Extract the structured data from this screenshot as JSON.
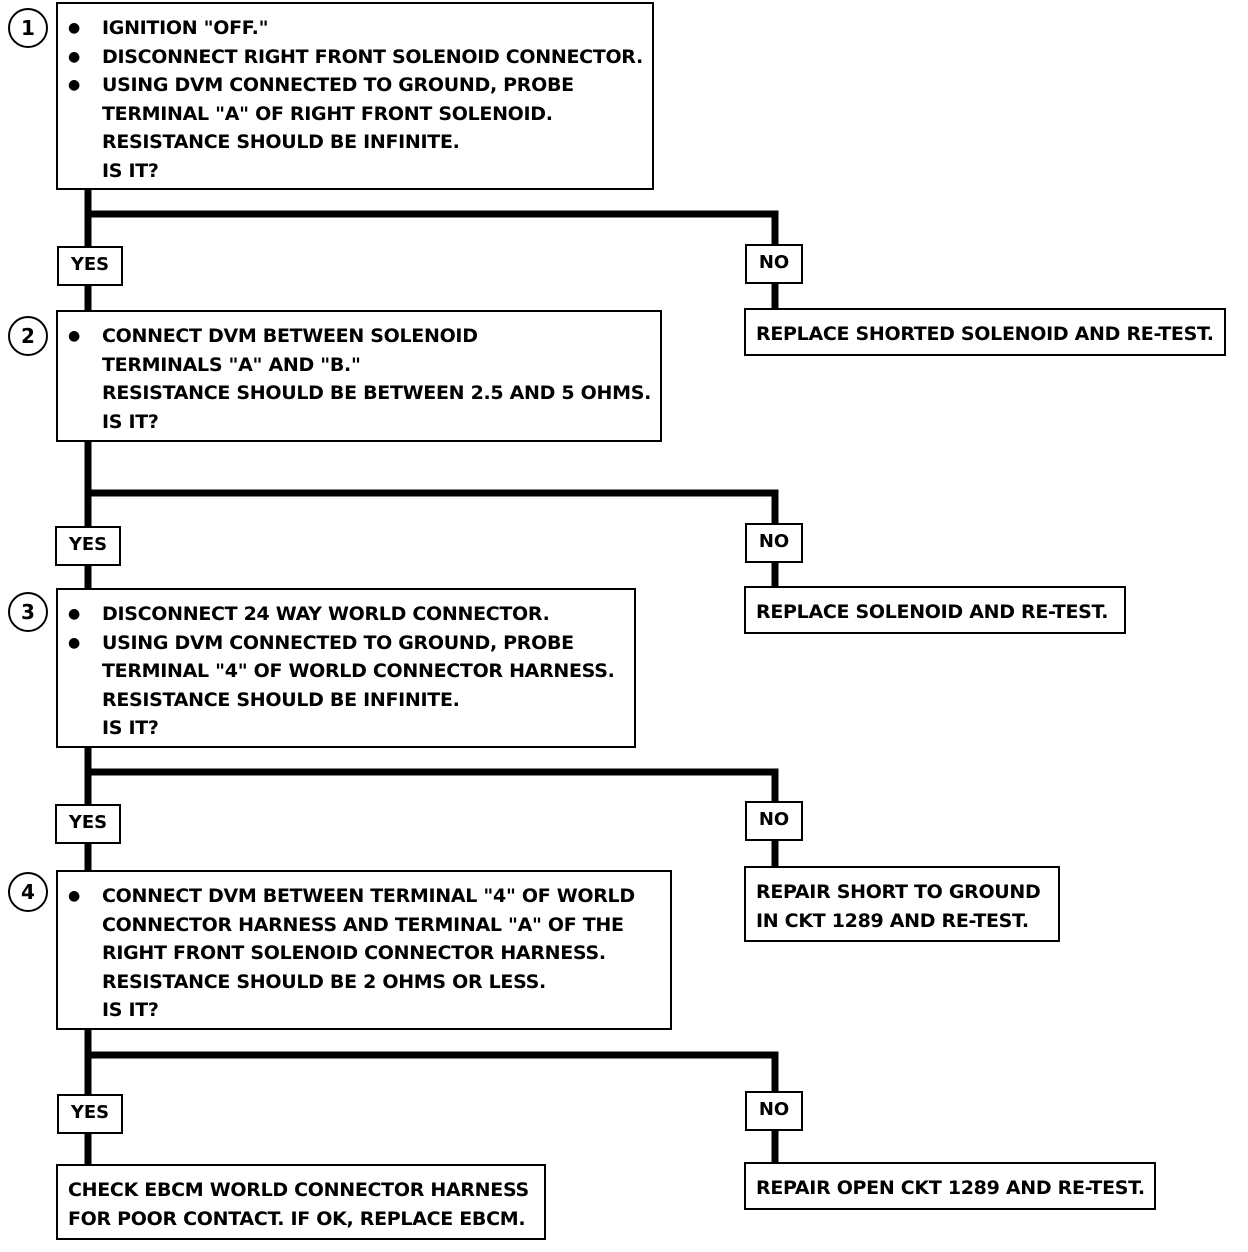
{
  "steps": [
    {
      "number": "1",
      "lines": [
        {
          "text": "IGNITION \"OFF.\"",
          "bullet": true
        },
        {
          "text": "DISCONNECT RIGHT FRONT SOLENOID CONNECTOR.",
          "bullet": true
        },
        {
          "text": "USING DVM CONNECTED TO GROUND, PROBE",
          "bullet": true
        },
        {
          "text": "TERMINAL \"A\" OF RIGHT FRONT SOLENOID.",
          "bullet": false
        },
        {
          "text": "RESISTANCE SHOULD BE INFINITE.",
          "bullet": false
        },
        {
          "text": "IS IT?",
          "bullet": false
        }
      ],
      "yes": "YES",
      "no": "NO",
      "no_result": [
        "REPLACE SHORTED SOLENOID AND RE-TEST."
      ]
    },
    {
      "number": "2",
      "lines": [
        {
          "text": "CONNECT DVM BETWEEN SOLENOID",
          "bullet": true
        },
        {
          "text": "TERMINALS \"A\" AND \"B.\"",
          "bullet": false
        },
        {
          "text": "RESISTANCE SHOULD BE BETWEEN 2.5 AND 5 OHMS.",
          "bullet": false
        },
        {
          "text": "IS IT?",
          "bullet": false
        }
      ],
      "yes": "YES",
      "no": "NO",
      "no_result": [
        "REPLACE SOLENOID AND RE-TEST."
      ]
    },
    {
      "number": "3",
      "lines": [
        {
          "text": "DISCONNECT 24 WAY WORLD CONNECTOR.",
          "bullet": true
        },
        {
          "text": "USING DVM CONNECTED TO GROUND, PROBE",
          "bullet": true
        },
        {
          "text": "TERMINAL \"4\" OF WORLD CONNECTOR HARNESS.",
          "bullet": false
        },
        {
          "text": "RESISTANCE SHOULD BE INFINITE.",
          "bullet": false
        },
        {
          "text": "IS IT?",
          "bullet": false
        }
      ],
      "yes": "YES",
      "no": "NO",
      "no_result": [
        "REPAIR SHORT TO GROUND",
        "IN CKT 1289 AND RE-TEST."
      ]
    },
    {
      "number": "4",
      "lines": [
        {
          "text": "CONNECT DVM BETWEEN TERMINAL \"4\" OF WORLD",
          "bullet": true
        },
        {
          "text": "CONNECTOR HARNESS AND TERMINAL \"A\" OF THE",
          "bullet": false
        },
        {
          "text": "RIGHT FRONT SOLENOID CONNECTOR HARNESS.",
          "bullet": false
        },
        {
          "text": "RESISTANCE SHOULD BE 2 OHMS OR LESS.",
          "bullet": false
        },
        {
          "text": "IS IT?",
          "bullet": false
        }
      ],
      "yes": "YES",
      "no": "NO",
      "yes_result": [
        "CHECK EBCM WORLD CONNECTOR HARNESS",
        "FOR POOR CONTACT.  IF OK, REPLACE EBCM."
      ],
      "no_result": [
        "REPAIR OPEN CKT 1289 AND RE-TEST."
      ]
    }
  ]
}
